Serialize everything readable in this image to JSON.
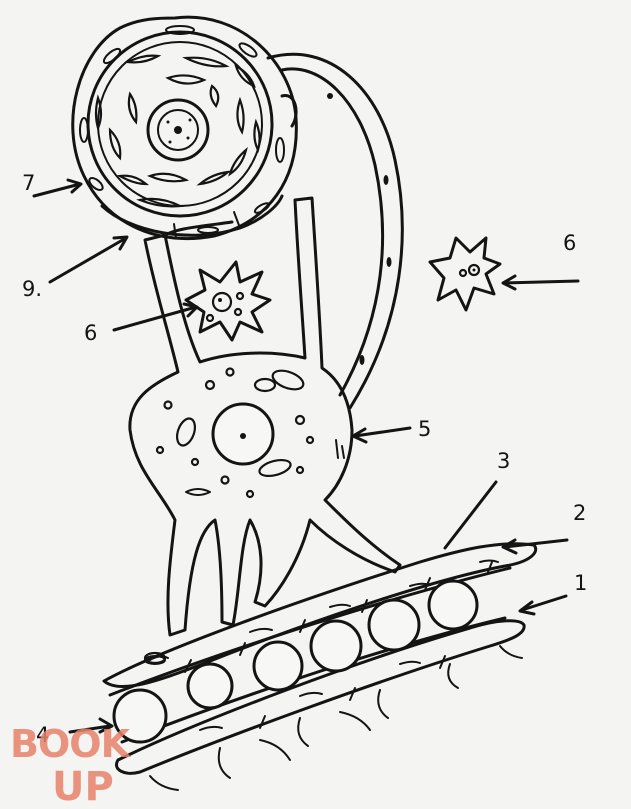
{
  "labels": {
    "l1": "1",
    "l2": "2",
    "l3": "3",
    "l4": "4",
    "l5": "5",
    "l6a": "6",
    "l6b": "6",
    "l7": "7",
    "l9": "9."
  },
  "logo": {
    "line1": "BOOK",
    "line2": "UP",
    "color": "#e8836a"
  },
  "colors": {
    "ink": "#141414",
    "paper": "#f4f4f2"
  }
}
